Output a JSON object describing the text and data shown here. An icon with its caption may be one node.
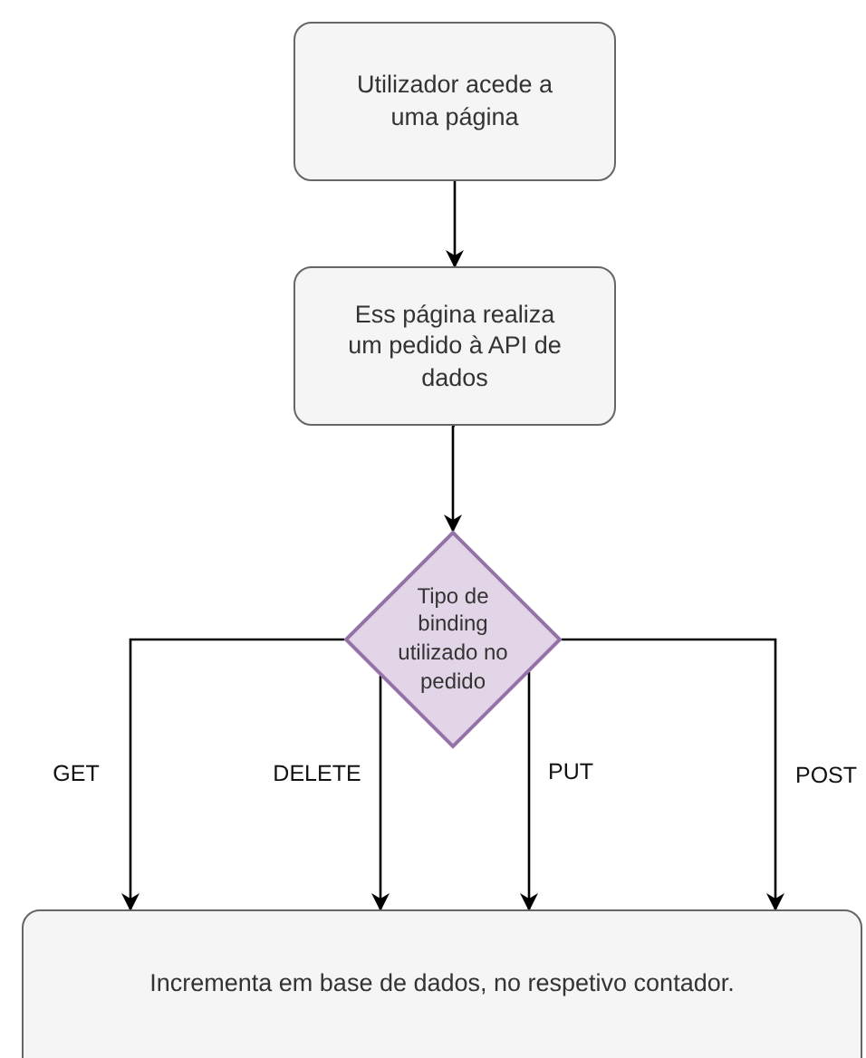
{
  "diagram": {
    "nodes": [
      {
        "text": [
          "Utilizador acede a uma página"
        ]
      },
      {
        "text": [
          "Ess página realiza um pedido à API de dados"
        ]
      },
      {
        "text": [
          "Tipo de binding utilizado no pedido"
        ]
      },
      {
        "text": [
          "Incrementa em base de dados, no respetivo contador."
        ]
      }
    ],
    "edges": [
      {
        "from": 0,
        "to": 1,
        "arrow": "to"
      },
      {
        "from": 1,
        "to": 2,
        "arrow": "to"
      },
      {
        "from": 2,
        "to": 3,
        "arrow": "to",
        "label": "GET"
      },
      {
        "from": 2,
        "to": 3,
        "arrow": "to",
        "label": "DELETE"
      },
      {
        "from": 2,
        "to": 3,
        "arrow": "to",
        "label": "PUT"
      },
      {
        "from": 2,
        "to": 3,
        "arrow": "to",
        "label": "POST"
      }
    ]
  }
}
